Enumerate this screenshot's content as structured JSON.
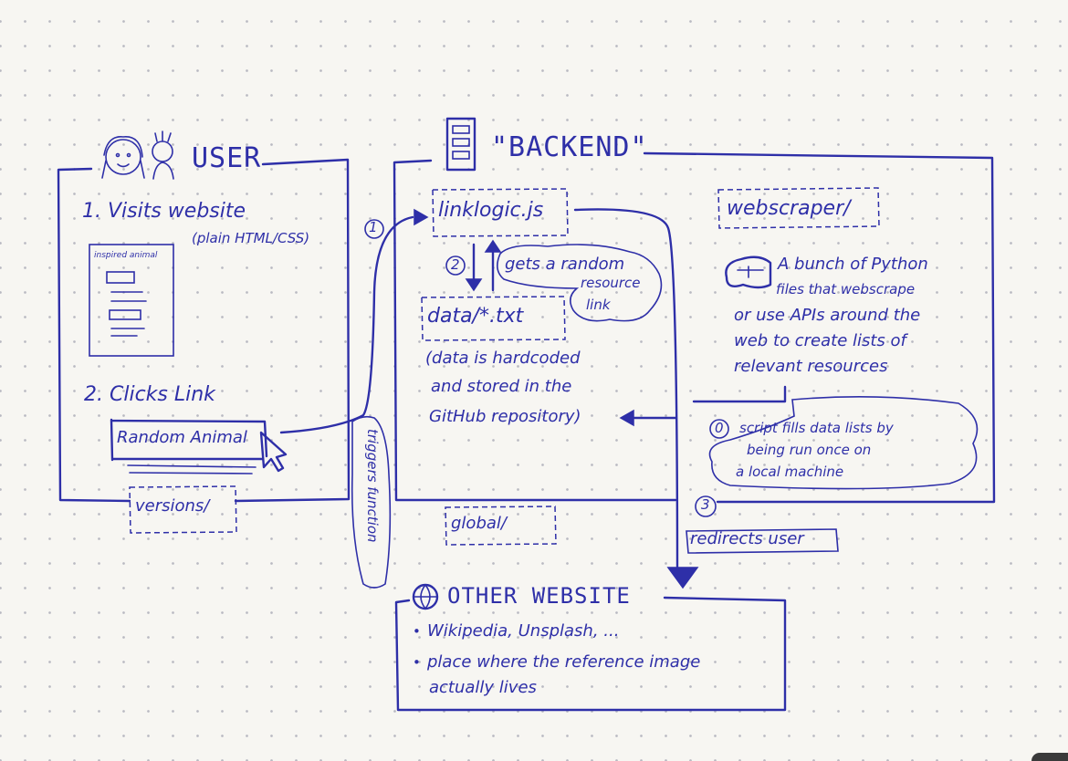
{
  "user": {
    "title": "USER",
    "step1": "1. Visits website",
    "step1_note": "(plain HTML/CSS)",
    "sketch_header": "inspired animal",
    "step2": "2. Clicks Link",
    "button_label": "Random Animal",
    "folder": "versions/"
  },
  "connector": {
    "step1_marker": "1",
    "triggers_label": "triggers function"
  },
  "backend": {
    "title": "\"BACKEND\"",
    "linklogic": "linklogic.js",
    "step2_marker": "2",
    "gets_line1": "gets a random",
    "gets_line2": "resource",
    "gets_line3": "link",
    "datafile": "data/*.txt",
    "data_note_line1": "(data is hardcoded",
    "data_note_line2": "and stored in the",
    "data_note_line3": "GitHub repository)",
    "folder": "global/",
    "step3_marker": "3",
    "redirect_label": "redirects user"
  },
  "webscraper": {
    "folder": "webscraper/",
    "desc_line1": "A bunch of Python",
    "desc_line2": "files that webscrape",
    "desc_line3": "or use APIs around the",
    "desc_line4": "web to create lists of",
    "desc_line5": "relevant resources",
    "step0_marker": "0",
    "fill_line1": "script fills data lists by",
    "fill_line2": "being run once on",
    "fill_line3": "a local machine"
  },
  "other": {
    "title": "OTHER WEBSITE",
    "bullet1": "Wikipedia, Unsplash, ...",
    "bullet2_line1": "place where the reference image",
    "bullet2_line2": "actually lives"
  },
  "colors": {
    "ink": "#2e2fa8",
    "paper": "#f7f6f2",
    "dot": "#b9b9c2"
  }
}
